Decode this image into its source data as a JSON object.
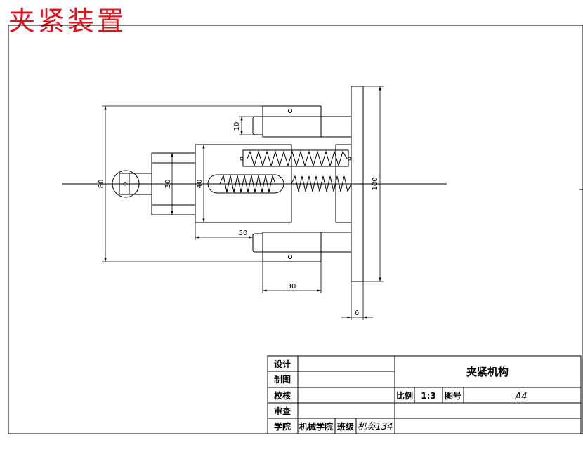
{
  "page_title": "夹紧装置",
  "dimensions": {
    "d10": "10",
    "d80": "80",
    "d30_left": "30",
    "d40": "40",
    "d50": "50",
    "d30_bottom": "30",
    "d100": "100",
    "d6": "6"
  },
  "title_block": {
    "labels": {
      "design": "设计",
      "drawing": "制图",
      "check": "校核",
      "review": "审查",
      "school": "学院"
    },
    "school_value": "机械学院",
    "class_label": "班级",
    "class_value": "机英134",
    "drawing_title": "夹紧机构",
    "scale_label": "比例",
    "scale_value": "1:3",
    "sheet_label": "图号",
    "sheet_value": "A4"
  }
}
